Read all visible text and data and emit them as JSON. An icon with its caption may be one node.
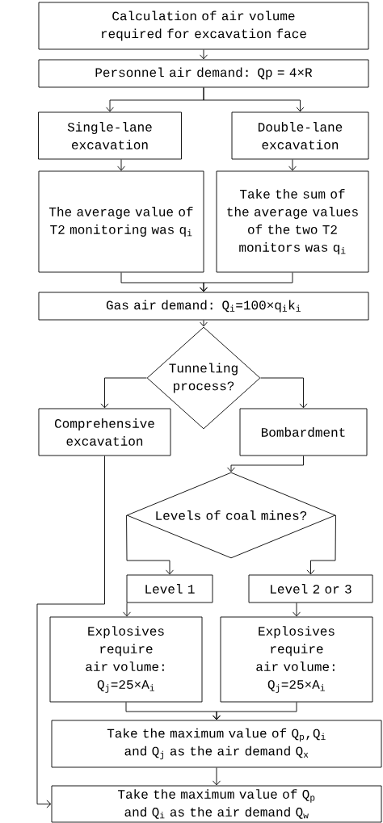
{
  "diagram": {
    "nodes": [
      {
        "text": [
          "Calculation of air volume required for excavation face"
        ]
      },
      {
        "text": [
          "Personnel air demand: Qp = 4×R"
        ]
      },
      {
        "text": [
          "Single-lane excavation"
        ]
      },
      {
        "text": [
          "Double-lane excavation"
        ]
      },
      {
        "text": [
          "The average value of T2 monitoring was q$_{i}$"
        ]
      },
      {
        "text": [
          "Take the sum of the average values of the two T2 monitors was q$_{i}$"
        ]
      },
      {
        "text": [
          "Gas air demand: Q$_{i}$=100×q$_{i}$k$_{i}$"
        ]
      },
      {
        "text": [
          "Tunneling process?"
        ]
      },
      {
        "text": [
          "Comprehensive excavation"
        ]
      },
      {
        "text": [
          "Bombardment"
        ]
      },
      {
        "text": [
          "Levels of coal mines?"
        ]
      },
      {
        "text": [
          "Level 1"
        ]
      },
      {
        "text": [
          "Level 2 or 3"
        ]
      },
      {
        "text": [
          "Explosives require air volume: Q$_{j}$=25×A$_{i}$"
        ]
      },
      {
        "text": [
          "Explosives require air volume: Q$_{j}$=25×A$_{i}$"
        ]
      },
      {
        "text": [
          "Take the maximum value of Q$_{p}$,Q$_{i}$ and Q$_{j}$ as the air demand Q$_{x}$"
        ]
      },
      {
        "text": [
          "Take the maximum value of Q$_{p}$ and Q$_{i}$ as the air demand Q$_{w}$"
        ]
      }
    ],
    "edges": [
      {
        "from": 0,
        "to": 1,
        "arrow": "to"
      },
      {
        "from": 1,
        "to": 2,
        "arrow": "to"
      },
      {
        "from": 1,
        "to": 3,
        "arrow": "to"
      },
      {
        "from": 2,
        "to": 4,
        "arrow": "to"
      },
      {
        "from": 3,
        "to": 5,
        "arrow": "to"
      },
      {
        "from": 4,
        "to": 6,
        "arrow": "to"
      },
      {
        "from": 5,
        "to": 6,
        "arrow": "to"
      },
      {
        "from": 6,
        "to": 7,
        "arrow": "to"
      },
      {
        "from": 7,
        "to": 8,
        "arrow": "to"
      },
      {
        "from": 7,
        "to": 9,
        "arrow": "to"
      },
      {
        "from": 9,
        "to": 10,
        "arrow": "to"
      },
      {
        "from": 10,
        "to": 11,
        "arrow": "to"
      },
      {
        "from": 10,
        "to": 12,
        "arrow": "to"
      },
      {
        "from": 11,
        "to": 13,
        "arrow": "to"
      },
      {
        "from": 12,
        "to": 14,
        "arrow": "to"
      },
      {
        "from": 13,
        "to": 15,
        "arrow": "to"
      },
      {
        "from": 14,
        "to": 15,
        "arrow": "to"
      },
      {
        "from": 15,
        "to": 16,
        "arrow": "to"
      },
      {
        "from": 8,
        "to": 16,
        "arrow": "to"
      }
    ]
  }
}
